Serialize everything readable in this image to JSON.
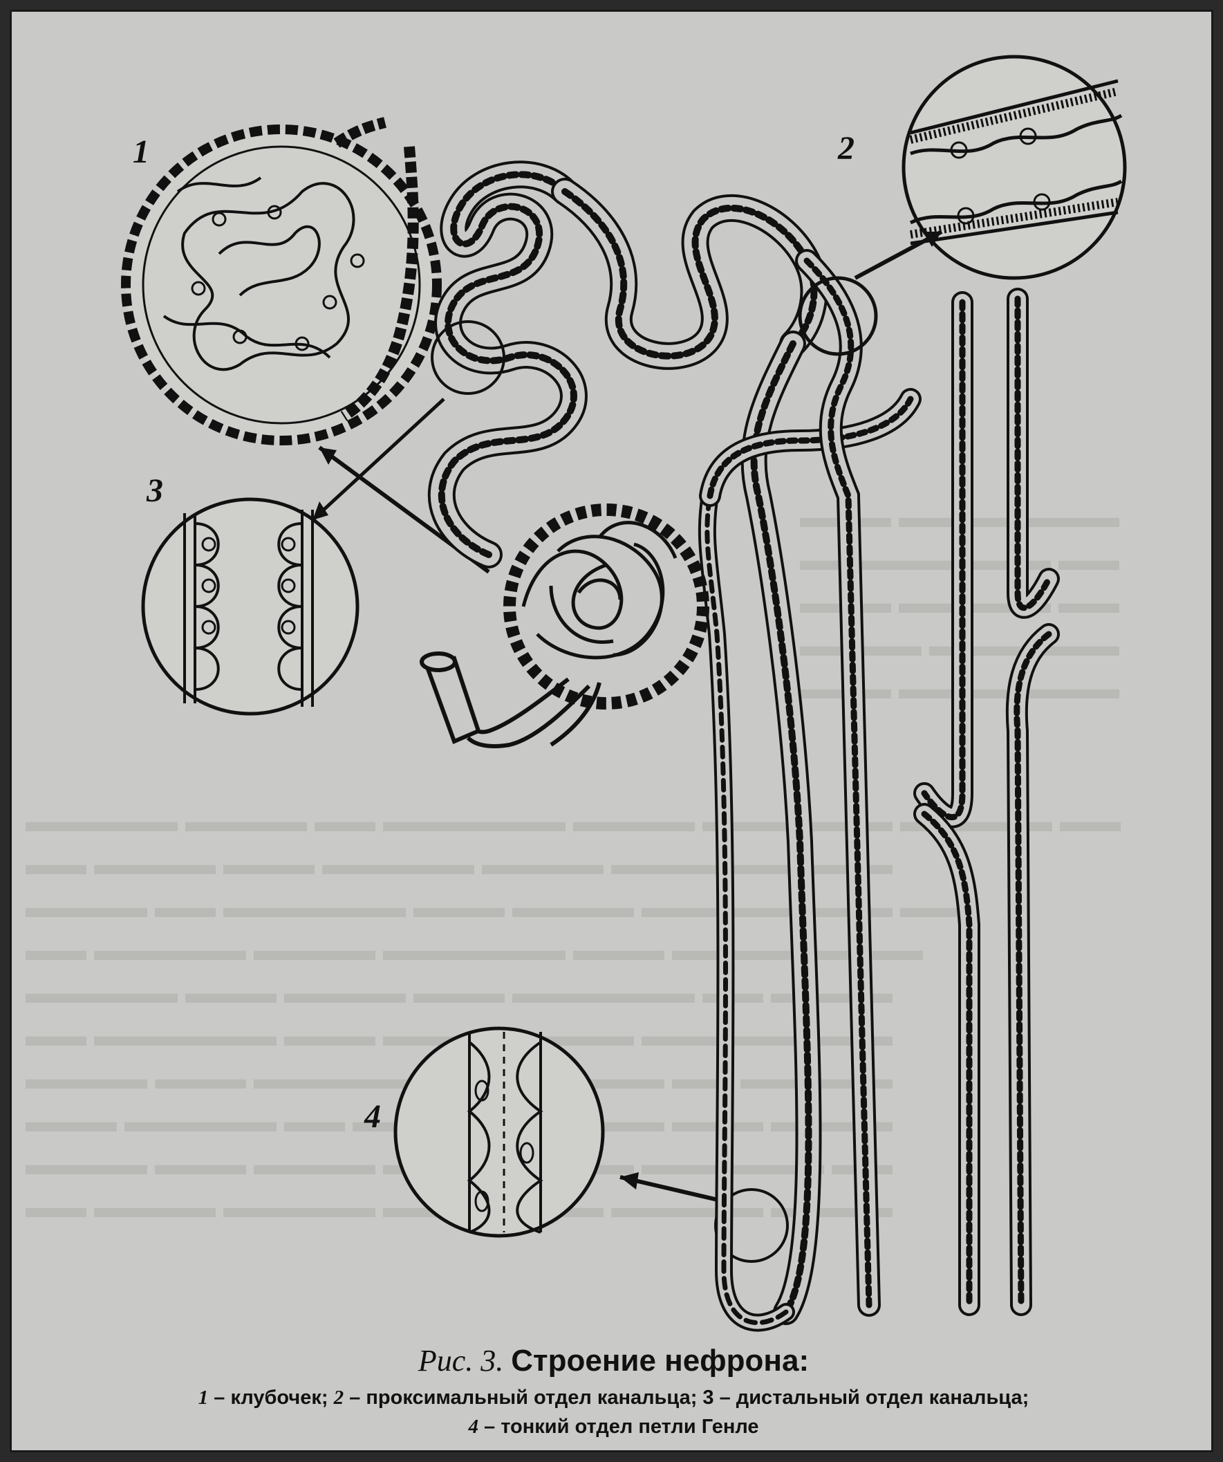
{
  "labels": {
    "l1": "1",
    "l2": "2",
    "l3": "3",
    "l4": "4"
  },
  "caption": {
    "fig": "Рис. 3.",
    "title": "Строение нефрона:",
    "n1": "1",
    "t1": " – клубочек; ",
    "n2": "2",
    "t2": " – проксимальный отдел канальца; ",
    "n3": "3",
    "t3": " – дистальный отдел канальца;",
    "n4": "4",
    "t4": " – тонкий отдел петли Генле"
  },
  "colors": {
    "paper": "#c9c9c7",
    "ink": "#111111"
  }
}
